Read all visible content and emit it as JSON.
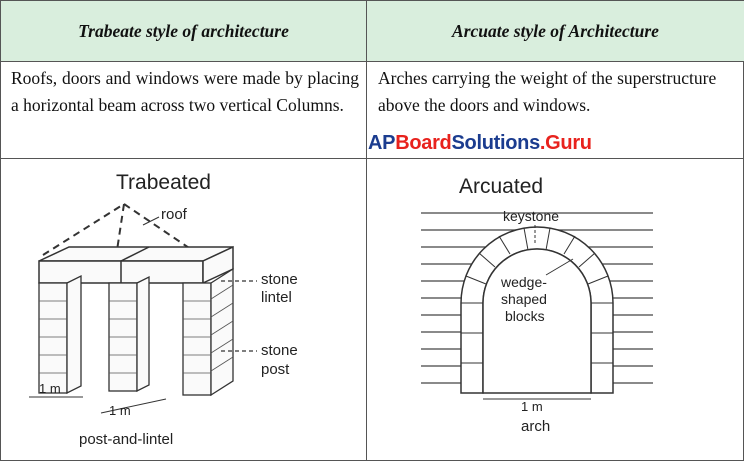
{
  "headers": {
    "left": "Trabeate style of architecture",
    "right": "Arcuate style of Architecture"
  },
  "descriptions": {
    "left": "Roofs, doors and windows were made by placing a horizontal beam across two vertical Columns.",
    "right": "Arches carrying the weight of the superstructure above the doors and windows."
  },
  "watermark": {
    "part1": "AP",
    "part2": "Board",
    "part3": "Solutions",
    "part4": ".Guru"
  },
  "trabeated_diagram": {
    "title": "Trabeated",
    "roof_label": "roof",
    "lintel_label_1": "stone",
    "lintel_label_2": "lintel",
    "post_label_1": "stone",
    "post_label_2": "post",
    "dim_label_1": "1 m",
    "dim_label_2": "1 m",
    "caption": "post-and-lintel"
  },
  "arcuated_diagram": {
    "title": "Arcuated",
    "keystone_label": "keystone",
    "blocks_label_1": "wedge-",
    "blocks_label_2": "shaped",
    "blocks_label_3": "blocks",
    "dim_label": "1 m",
    "caption": "arch"
  }
}
